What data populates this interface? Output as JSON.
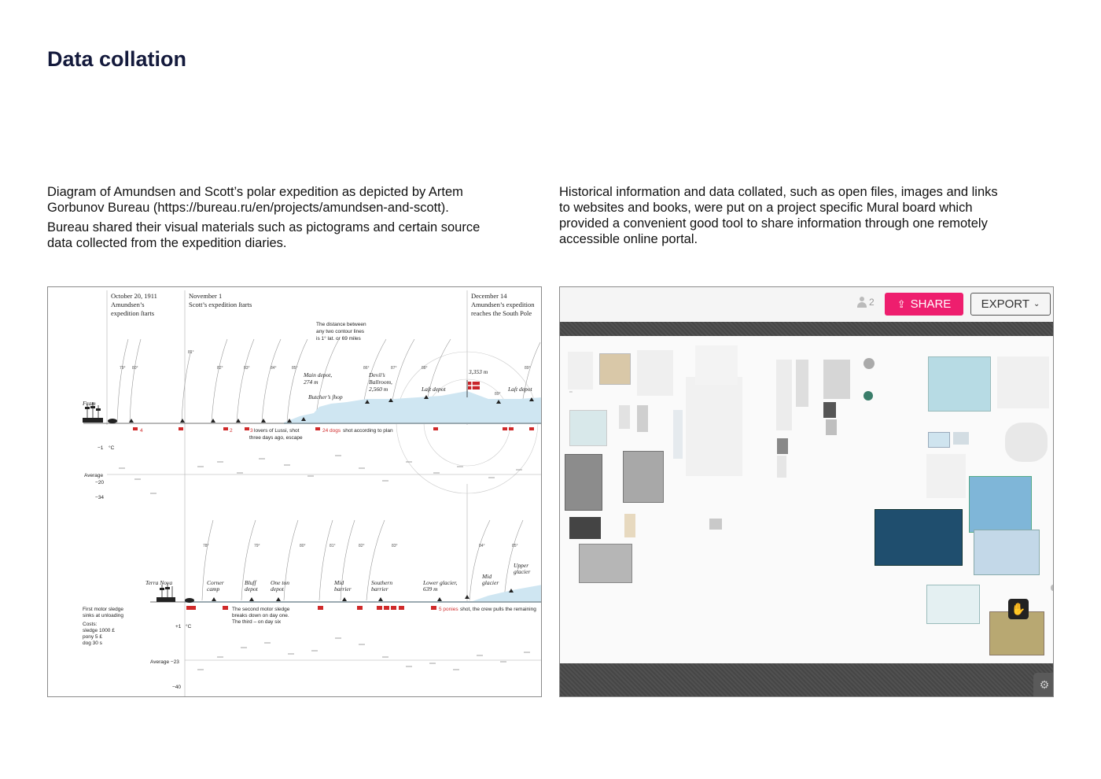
{
  "page": {
    "title": "Data collation"
  },
  "left_caption": {
    "p1": "Diagram of Amundsen and Scott’s polar expedition as depicted by Artem Gorbunov Bureau (https://bureau.ru/en/projects/amundsen-and-scott).",
    "p2": "Bureau shared their visual materials such as pictograms and certain source data collected from the expedition diaries."
  },
  "right_caption": {
    "p1": "Historical information and data collated, such as open files, images and links to websites and books, were put on a project specific Mural board which provided a convenient good tool to share information through one remotely accessible online portal."
  },
  "diagram": {
    "headers": {
      "amundsen_start_date": "October 20, 1911",
      "amundsen_start_l1": "Amundsen’s",
      "amundsen_start_l2": "expedition ſtarts",
      "scott_start_date": "November 1",
      "scott_start_text": "Scott’s expedition ſtarts",
      "pole_date": "December 14",
      "pole_l1": "Amundsen’s expedition",
      "pole_l2": "reaches the South Pole"
    },
    "note_l1": "The distance between",
    "note_l2": "any two contour lines",
    "note_l3": "is 1° lat. or 69 miles",
    "top_labels": {
      "fram": "Fram",
      "main_depot_l1": "Main depot,",
      "main_depot_l2": "274 m",
      "butchers": "Butcher’s ſhop",
      "devils_l1": "Devil’s",
      "devils_l2": "Ballroom,",
      "devils_l3": "2,560 m",
      "last_depot_1": "Laſt depot",
      "pole_alt": "3,353 m",
      "last_depot_2": "Laſt depot"
    },
    "lat_top": [
      "79°",
      "80°",
      "81°",
      "82°",
      "83°",
      "84°",
      "85°",
      "86°",
      "87°",
      "88°",
      "89°",
      "89°"
    ],
    "dogs_top": {
      "n4": "4",
      "n2": "2",
      "n3": "3",
      "lovers": "lovers of Lussi, shot",
      "lovers_l2": "three days ago, escape",
      "dogs24_num": "24 dogs",
      "dogs24_rest": "shot according to plan"
    },
    "temp_top": {
      "minus1": "−1",
      "unit": "°C",
      "avg": "Average",
      "minus20": "−20",
      "minus34": "−34"
    },
    "lat_bottom": [
      "78°",
      "79°",
      "80°",
      "81°",
      "82°",
      "83°",
      "84°",
      "85°"
    ],
    "bottom_labels": {
      "terra_nova": "Terra Nova",
      "corner_l1": "Corner",
      "corner_l2": "camp",
      "bluff_l1": "Bluff",
      "bluff_l2": "depot",
      "oneton_l1": "One ton",
      "oneton_l2": "depot",
      "mid_barrier_l1": "Mid",
      "mid_barrier_l2": "barrier",
      "southern_l1": "Southern",
      "southern_l2": "barrier",
      "lower_l1": "Lower glacier,",
      "lower_l2": "639 m",
      "mid_glacier_l1": "Mid",
      "mid_glacier_l2": "glacier",
      "upper_l1": "Upper",
      "upper_l2": "glacier"
    },
    "bottom_notes": {
      "sledge_l1": "First motor sledge",
      "sledge_l2": "sinks at unloading",
      "costs": "Costs:",
      "cost_sledge": "sledge   1000 £",
      "cost_pony": "pony       5 £",
      "cost_dog": "dog        30 s",
      "second_l1": "The second motor sledge",
      "second_l2": "breaks down on day one.",
      "second_l3": "The third – on day six",
      "ponies_num": "5 ponies",
      "ponies_rest": "shot, the crew pulls the remaining"
    },
    "temp_bottom": {
      "plus1": "+1",
      "unit": "°C",
      "avg": "Average −23",
      "minus40": "−40"
    },
    "colors": {
      "accent": "#d02a2a",
      "snow": "#cfe6f2",
      "ink": "#222222"
    }
  },
  "mural": {
    "user_count": "2",
    "share_label": "SHARE",
    "export_label": "EXPORT",
    "icons": [
      "user-icon",
      "upload-icon",
      "chevron-down-icon",
      "hand-icon",
      "gear-icon"
    ],
    "colors": {
      "share": "#ee1e6e",
      "band": "#4a4a4a"
    }
  }
}
